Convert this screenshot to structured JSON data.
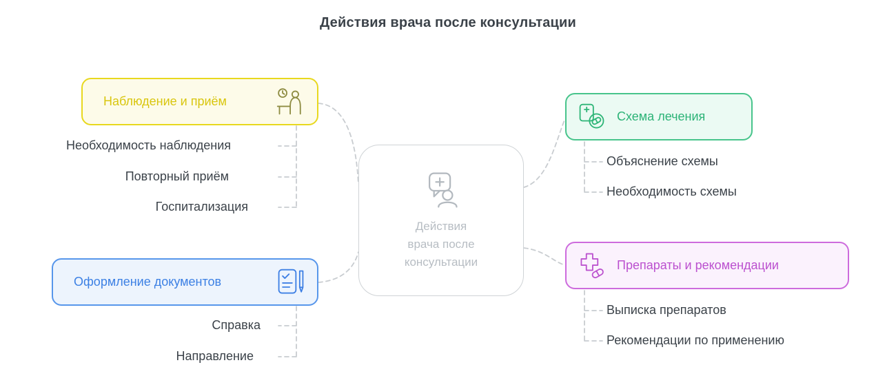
{
  "title": "Действия врача после консультации",
  "center": {
    "label_lines": [
      "Действия",
      "врача после",
      "консультации"
    ],
    "icon": "doctor-speech-bubble-icon"
  },
  "branches": [
    {
      "label": "Наблюдение и приём",
      "icon": "patient-clock-icon",
      "accent_color": "#e8d81e",
      "text_color": "#d9c60f",
      "children": [
        "Необходимость наблюдения",
        "Повторный приём",
        "Госпитализация"
      ]
    },
    {
      "label": "Оформление документов",
      "icon": "document-pen-icon",
      "accent_color": "#5796eb",
      "text_color": "#3c80e4",
      "children": [
        "Справка",
        "Направление"
      ]
    },
    {
      "label": "Схема лечения",
      "icon": "prescription-pill-icon",
      "accent_color": "#47c48b",
      "text_color": "#2cb377",
      "children": [
        "Объяснение схемы",
        "Необходимость схемы"
      ]
    },
    {
      "label": "Препараты и рекомендации",
      "icon": "medical-cross-pill-icon",
      "accent_color": "#cd6bdd",
      "text_color": "#bb50cf",
      "children": [
        "Выписка препаратов",
        "Рекомендации по применению"
      ]
    }
  ],
  "connector_color": "#c8ccd0"
}
